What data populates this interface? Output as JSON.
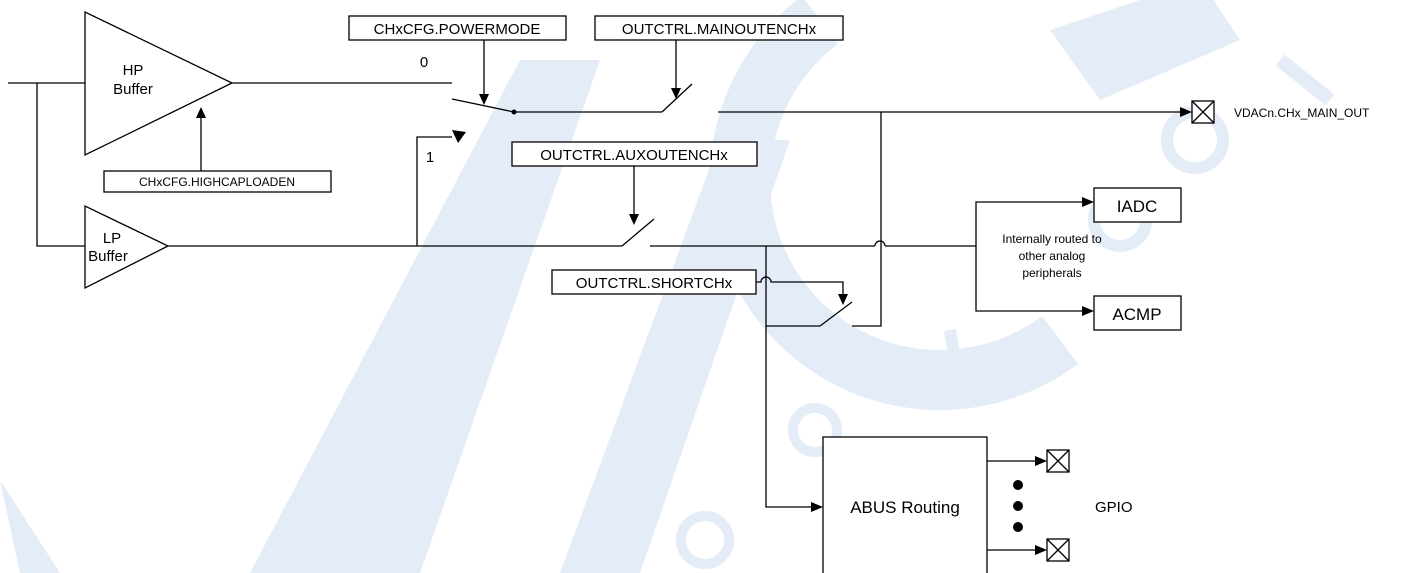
{
  "buffers": {
    "hp": {
      "line1": "HP",
      "line2": "Buffer"
    },
    "lp": {
      "line1": "LP",
      "line2": "Buffer"
    }
  },
  "controls": {
    "powermode": "CHxCFG.POWERMODE",
    "mainouten": "OUTCTRL.MAINOUTENCHx",
    "auxouten": "OUTCTRL.AUXOUTENCHx",
    "highcapload": "CHxCFG.HIGHCAPLOADEN",
    "shortch": "OUTCTRL.SHORTCHx"
  },
  "mux": {
    "sel0": "0",
    "sel1": "1"
  },
  "outputs": {
    "main_out": "VDACn.CHx_MAIN_OUT",
    "iadc": "IADC",
    "acmp": "ACMP",
    "routing_note_1": "Internally routed to",
    "routing_note_2": "other analog",
    "routing_note_3": "peripherals",
    "abus": "ABUS Routing",
    "gpio": "GPIO"
  },
  "colors": {
    "watermark": "#dce7f5",
    "line": "#000000"
  }
}
